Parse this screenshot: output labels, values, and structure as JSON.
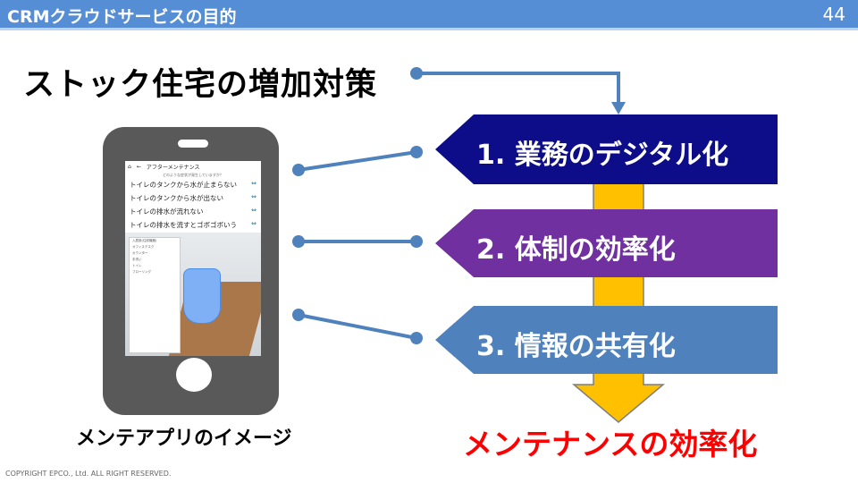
{
  "header": {
    "title": "CRMクラウドサービスの目的",
    "page_number": "44"
  },
  "main_title": "ストック住宅の増加対策",
  "banners": [
    {
      "label": "1. 業務のデジタル化",
      "color": "#0d0d8a"
    },
    {
      "label": "2. 体制の効率化",
      "color": "#7030a0"
    },
    {
      "label": "3. 情報の共有化",
      "color": "#4f81bd"
    }
  ],
  "result": "メンテナンスの効率化",
  "phone": {
    "caption": "メンテアプリのイメージ",
    "app_title": "アフターメンテナンス",
    "question": "どのような症状が発生していますか？",
    "items": [
      "トイレのタンクから水が止まらない",
      "トイレのタンクから水が出ない",
      "トイレの排水が流れない",
      "トイレの排水を流すとゴボゴボいう"
    ],
    "panel_title": "入居設(住設機器)",
    "panel_items": [
      "オフィスデスク",
      "カウンター",
      "手洗い",
      "トイレ",
      "フローリング"
    ]
  },
  "colors": {
    "accent": "#568ed6",
    "arrow": "#ffc000",
    "connector": "#4f81bd",
    "result": "#ff0000"
  },
  "copyright": "COPYRIGHT EPCO., Ltd. ALL RIGHT RESERVED."
}
